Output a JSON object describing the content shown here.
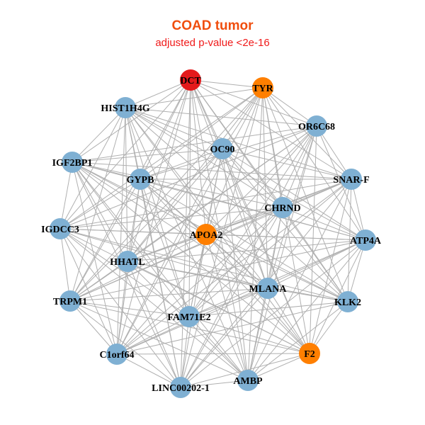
{
  "header": {
    "title": "COAD tumor",
    "subtitle": "adjusted p-value <2e-16"
  },
  "colors": {
    "edge": "#B0B0B0",
    "blue": "#7FB0D3",
    "orange": "#FF7F00",
    "red": "#E41A1C"
  },
  "network": {
    "nodes": [
      {
        "id": "DCT",
        "label": "DCT",
        "group": "red"
      },
      {
        "id": "TYR",
        "label": "TYR",
        "group": "orange"
      },
      {
        "id": "HIST1H4G",
        "label": "HIST1H4G",
        "group": "blue"
      },
      {
        "id": "OR6C68",
        "label": "OR6C68",
        "group": "blue"
      },
      {
        "id": "OC90",
        "label": "OC90",
        "group": "blue"
      },
      {
        "id": "IGF2BP1",
        "label": "IGF2BP1",
        "group": "blue"
      },
      {
        "id": "GYPB",
        "label": "GYPB",
        "group": "blue"
      },
      {
        "id": "SNAR-F",
        "label": "SNAR-F",
        "group": "blue"
      },
      {
        "id": "CHRND",
        "label": "CHRND",
        "group": "blue"
      },
      {
        "id": "IGDCC3",
        "label": "IGDCC3",
        "group": "blue"
      },
      {
        "id": "APOA2",
        "label": "APOA2",
        "group": "orange"
      },
      {
        "id": "ATP4A",
        "label": "ATP4A",
        "group": "blue"
      },
      {
        "id": "HHATL",
        "label": "HHATL",
        "group": "blue"
      },
      {
        "id": "MLANA",
        "label": "MLANA",
        "group": "blue"
      },
      {
        "id": "TRPM1",
        "label": "TRPM1",
        "group": "blue"
      },
      {
        "id": "KLK2",
        "label": "KLK2",
        "group": "blue"
      },
      {
        "id": "FAM71E2",
        "label": "FAM71E2",
        "group": "blue"
      },
      {
        "id": "C1orf64",
        "label": "C1orf64",
        "group": "blue"
      },
      {
        "id": "F2",
        "label": "F2",
        "group": "orange"
      },
      {
        "id": "AMBP",
        "label": "AMBP",
        "group": "blue"
      },
      {
        "id": "LINC00202-1",
        "label": "LINC00202-1",
        "group": "blue"
      }
    ]
  }
}
